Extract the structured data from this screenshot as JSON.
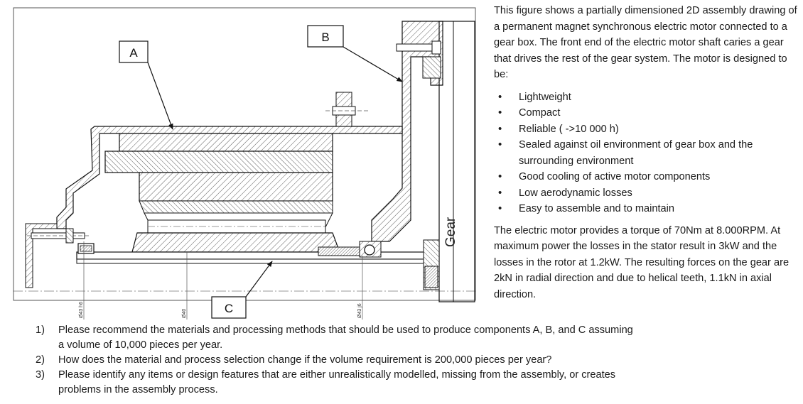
{
  "drawing": {
    "callouts": {
      "a": "A",
      "b": "B",
      "c": "C"
    },
    "gear_label": "Gear",
    "dimension_labels": [
      "Ø43 h6",
      "Ø40",
      "Ø43 j6"
    ]
  },
  "description": {
    "intro": "This figure shows a partially dimensioned 2D assembly drawing of a permanent magnet synchronous electric motor connected to a gear box. The front end of the electric motor shaft caries a gear that drives the rest of the gear system. The motor is designed to be:",
    "features": [
      "Lightweight",
      "Compact",
      "Reliable ( ->10 000 h)",
      "Sealed against oil environment of gear box and the surrounding environment",
      "Good cooling of active motor components",
      "Low aerodynamic losses",
      "Easy to assemble and to maintain"
    ],
    "specs": "The electric motor provides a torque of 70Nm at 8.000RPM. At maximum power the losses in the stator result in 3kW and the losses in the rotor at 1.2kW. The resulting forces on the gear are 2kN in radial direction and due to helical teeth, 1.1kN in axial direction."
  },
  "questions": [
    {
      "num": "1)",
      "text": "Please recommend the materials and processing methods that should be used to produce components A, B, and C assuming a volume of 10,000 pieces per year."
    },
    {
      "num": "2)",
      "text": "How does the material and process selection change if the volume requirement is 200,000 pieces per year?"
    },
    {
      "num": "3)",
      "text": "Please identify any items or design features that are either unrealistically modelled, missing from the assembly, or creates problems in the assembly process."
    }
  ]
}
